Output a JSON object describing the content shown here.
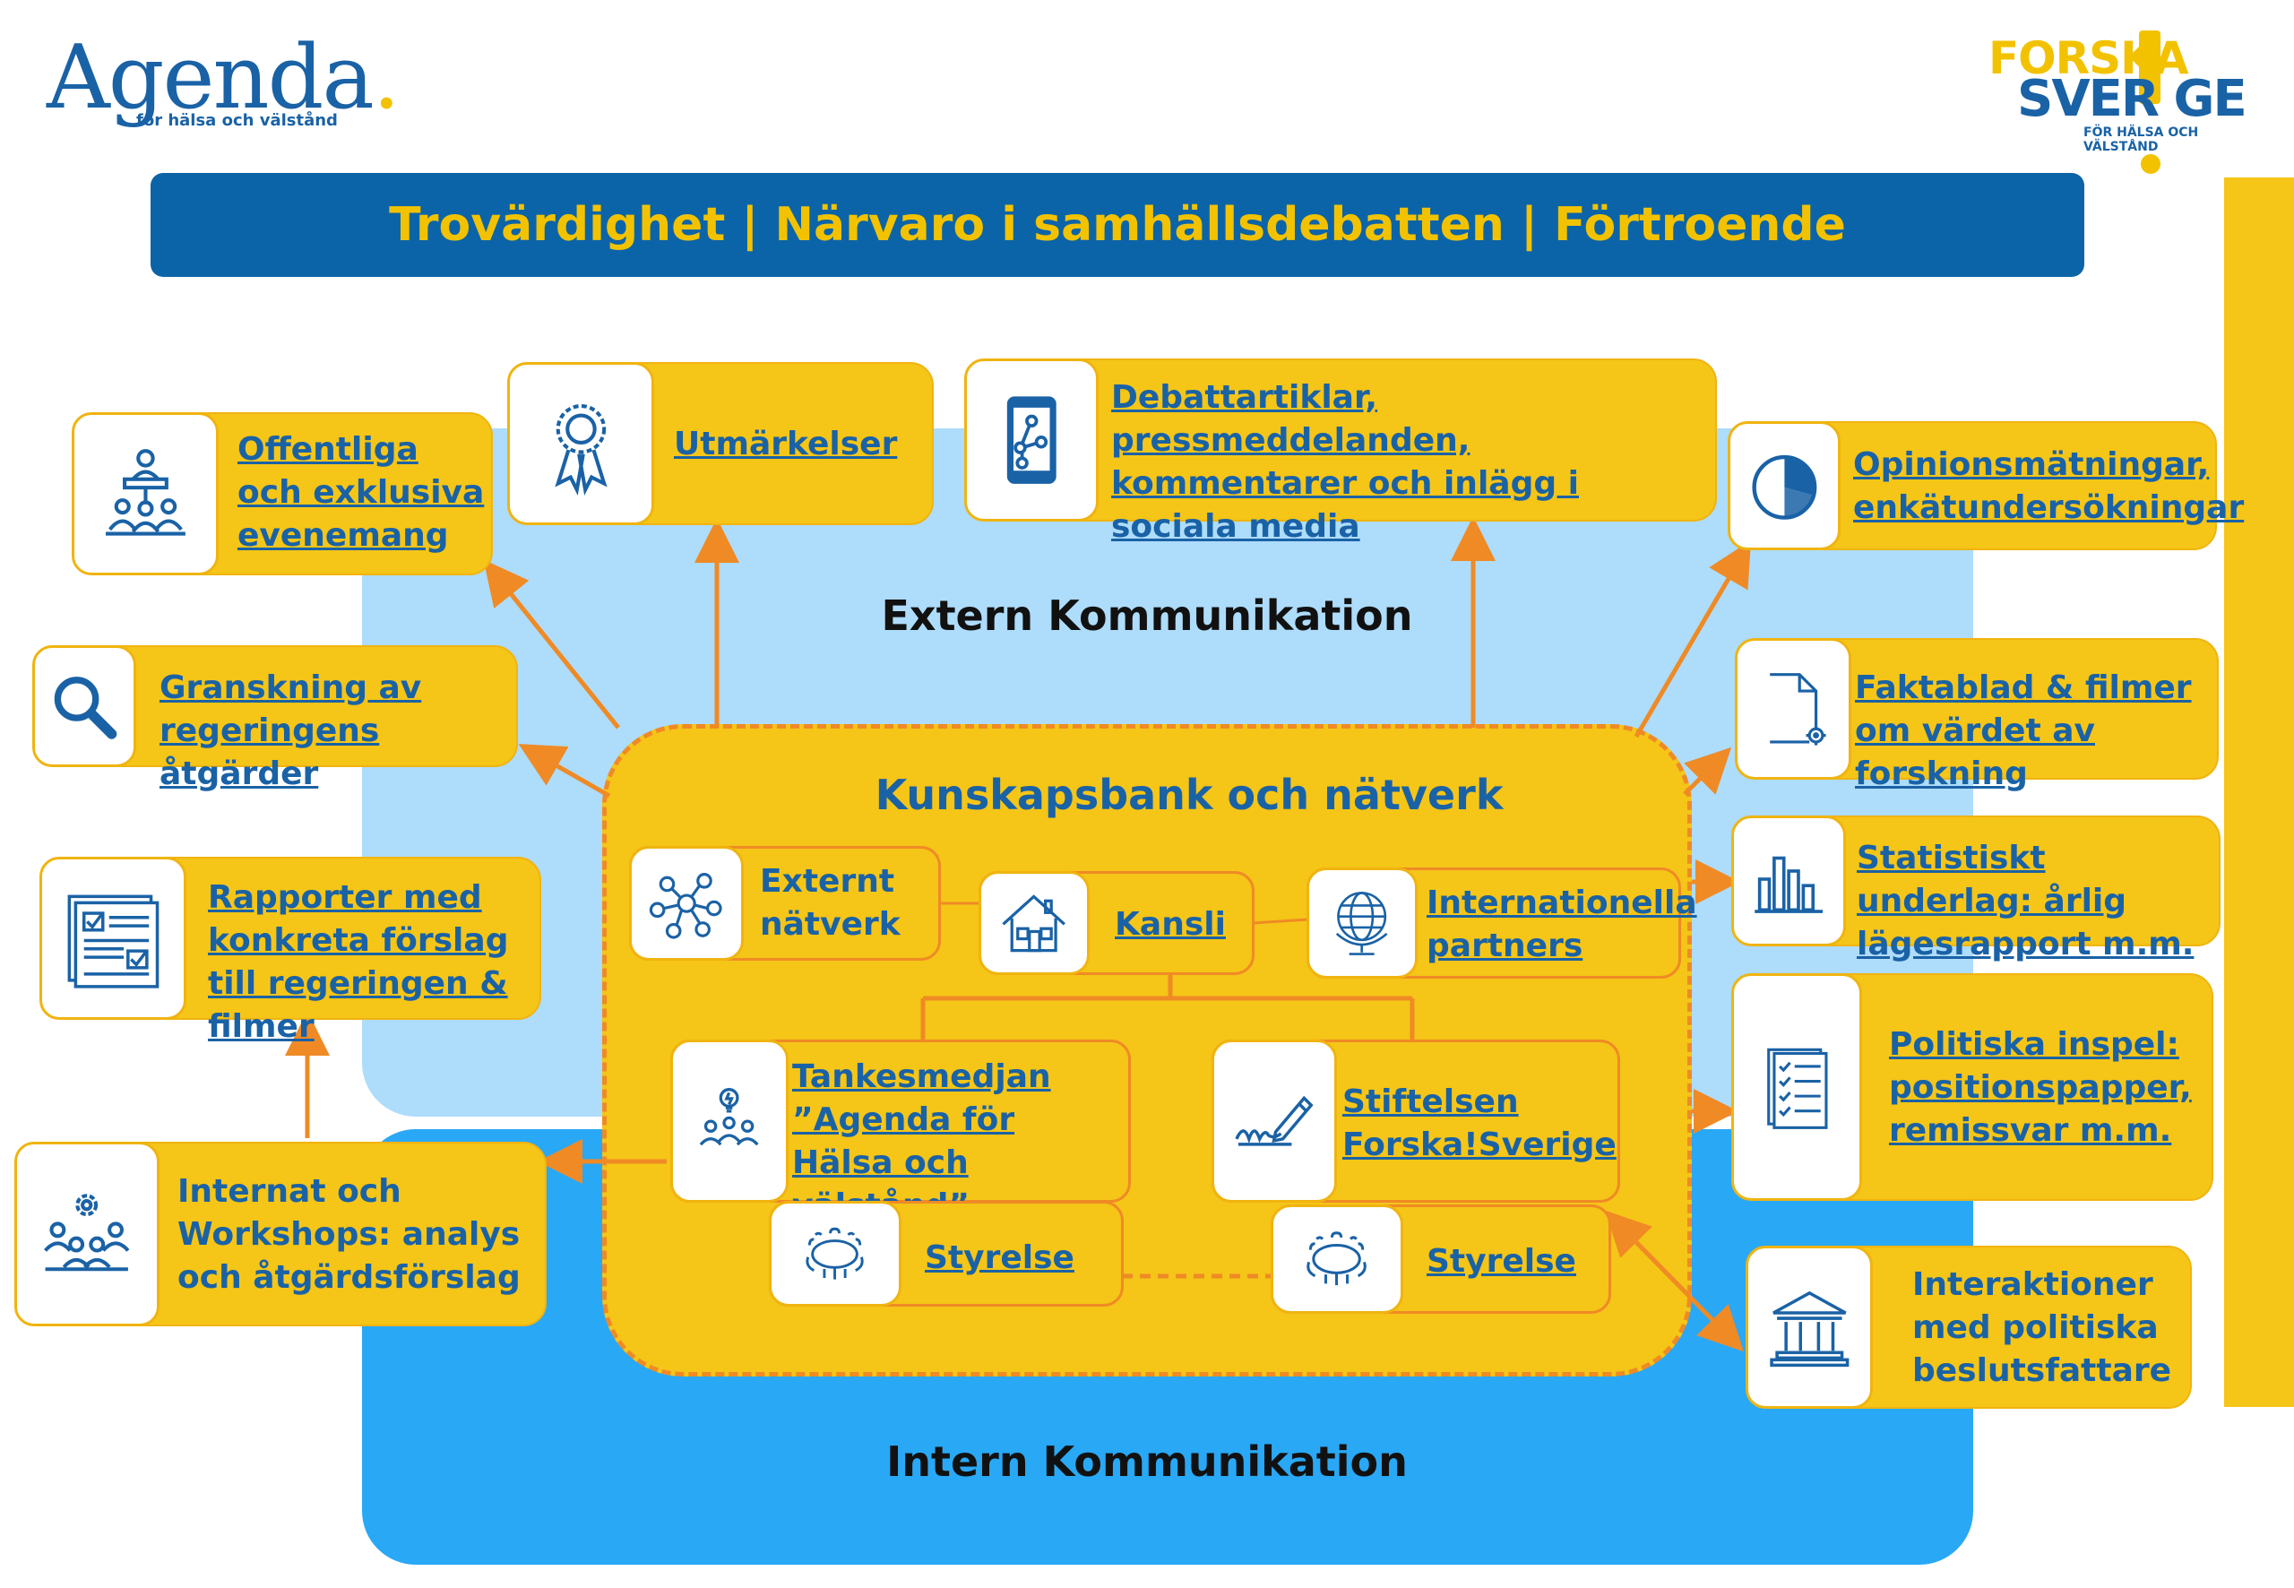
{
  "logos": {
    "agenda_word": "Agenda",
    "agenda_dot": ".",
    "agenda_sub": "för hälsa och välstånd",
    "forska_l1": "FORSKA",
    "forska_l2": "SVER GE",
    "forska_l3": "FÖR HÄLSA OCH VÄLSTÅND"
  },
  "banner": "Trovärdighet | Närvaro i samhällsdebatten | Förtroende",
  "zones": {
    "extern": "Extern Kommunikation",
    "intern": "Intern Kommunikation"
  },
  "core": {
    "title": "Kunskapsbank och nätverk",
    "externt_natverk": "Externt nätverk",
    "kansli": "Kansli",
    "internationella": "Internationella partners",
    "tankesmedjan": "Tankesmedjan ”Agenda för Hälsa och välstånd”",
    "stiftelsen": "Stiftelsen Forska!Sverige",
    "styrelse_left": "Styrelse",
    "styrelse_right": "Styrelse"
  },
  "outputs": {
    "evenemang": "Offentliga och exklusiva evenemang",
    "utmarkelser": "Utmärkelser",
    "debatt": "Debattartiklar, pressmeddelanden, kommentarer och inlägg i  sociala media",
    "opinion": "Opinionsmätningar, enkätundersökningar",
    "granskning": "Granskning av regeringens åtgärder",
    "faktablad": "Faktablad & filmer om värdet av forskning",
    "rapporter": "Rapporter med konkreta förslag till regeringen & filmer",
    "statistik": "Statistiskt underlag: årlig lägesrapport m.m.",
    "politiska": "Politiska inspel: positionspapper, remissvar m.m.",
    "internat": "Internat och Workshops: analys och åtgärdsförslag",
    "interaktioner": "Interaktioner med politiska beslutsfattare"
  },
  "colors": {
    "yellow": "#f5c518",
    "blue": "#1a62a6",
    "banner_blue": "#0c64a8",
    "light_blue": "#aedcfb",
    "mid_blue": "#29a8f6",
    "orange": "#ef8a25"
  },
  "icons": {
    "evenemang": "presentation-audience-icon",
    "utmarkelser": "award-ribbon-icon",
    "debatt": "smartphone-network-icon",
    "opinion": "pie-chart-icon",
    "granskning": "magnifier-icon",
    "faktablad": "document-target-icon",
    "rapporter": "report-checklist-icon",
    "statistik": "bar-chart-icon",
    "politiska": "clipboard-checklist-icon",
    "internat": "team-gear-icon",
    "interaktioner": "government-building-icon",
    "externt_natverk": "network-nodes-icon",
    "kansli": "house-icon",
    "internationella": "globe-icon",
    "tankesmedjan": "idea-team-icon",
    "stiftelsen": "signature-pen-icon",
    "styrelse": "boardroom-table-icon"
  }
}
